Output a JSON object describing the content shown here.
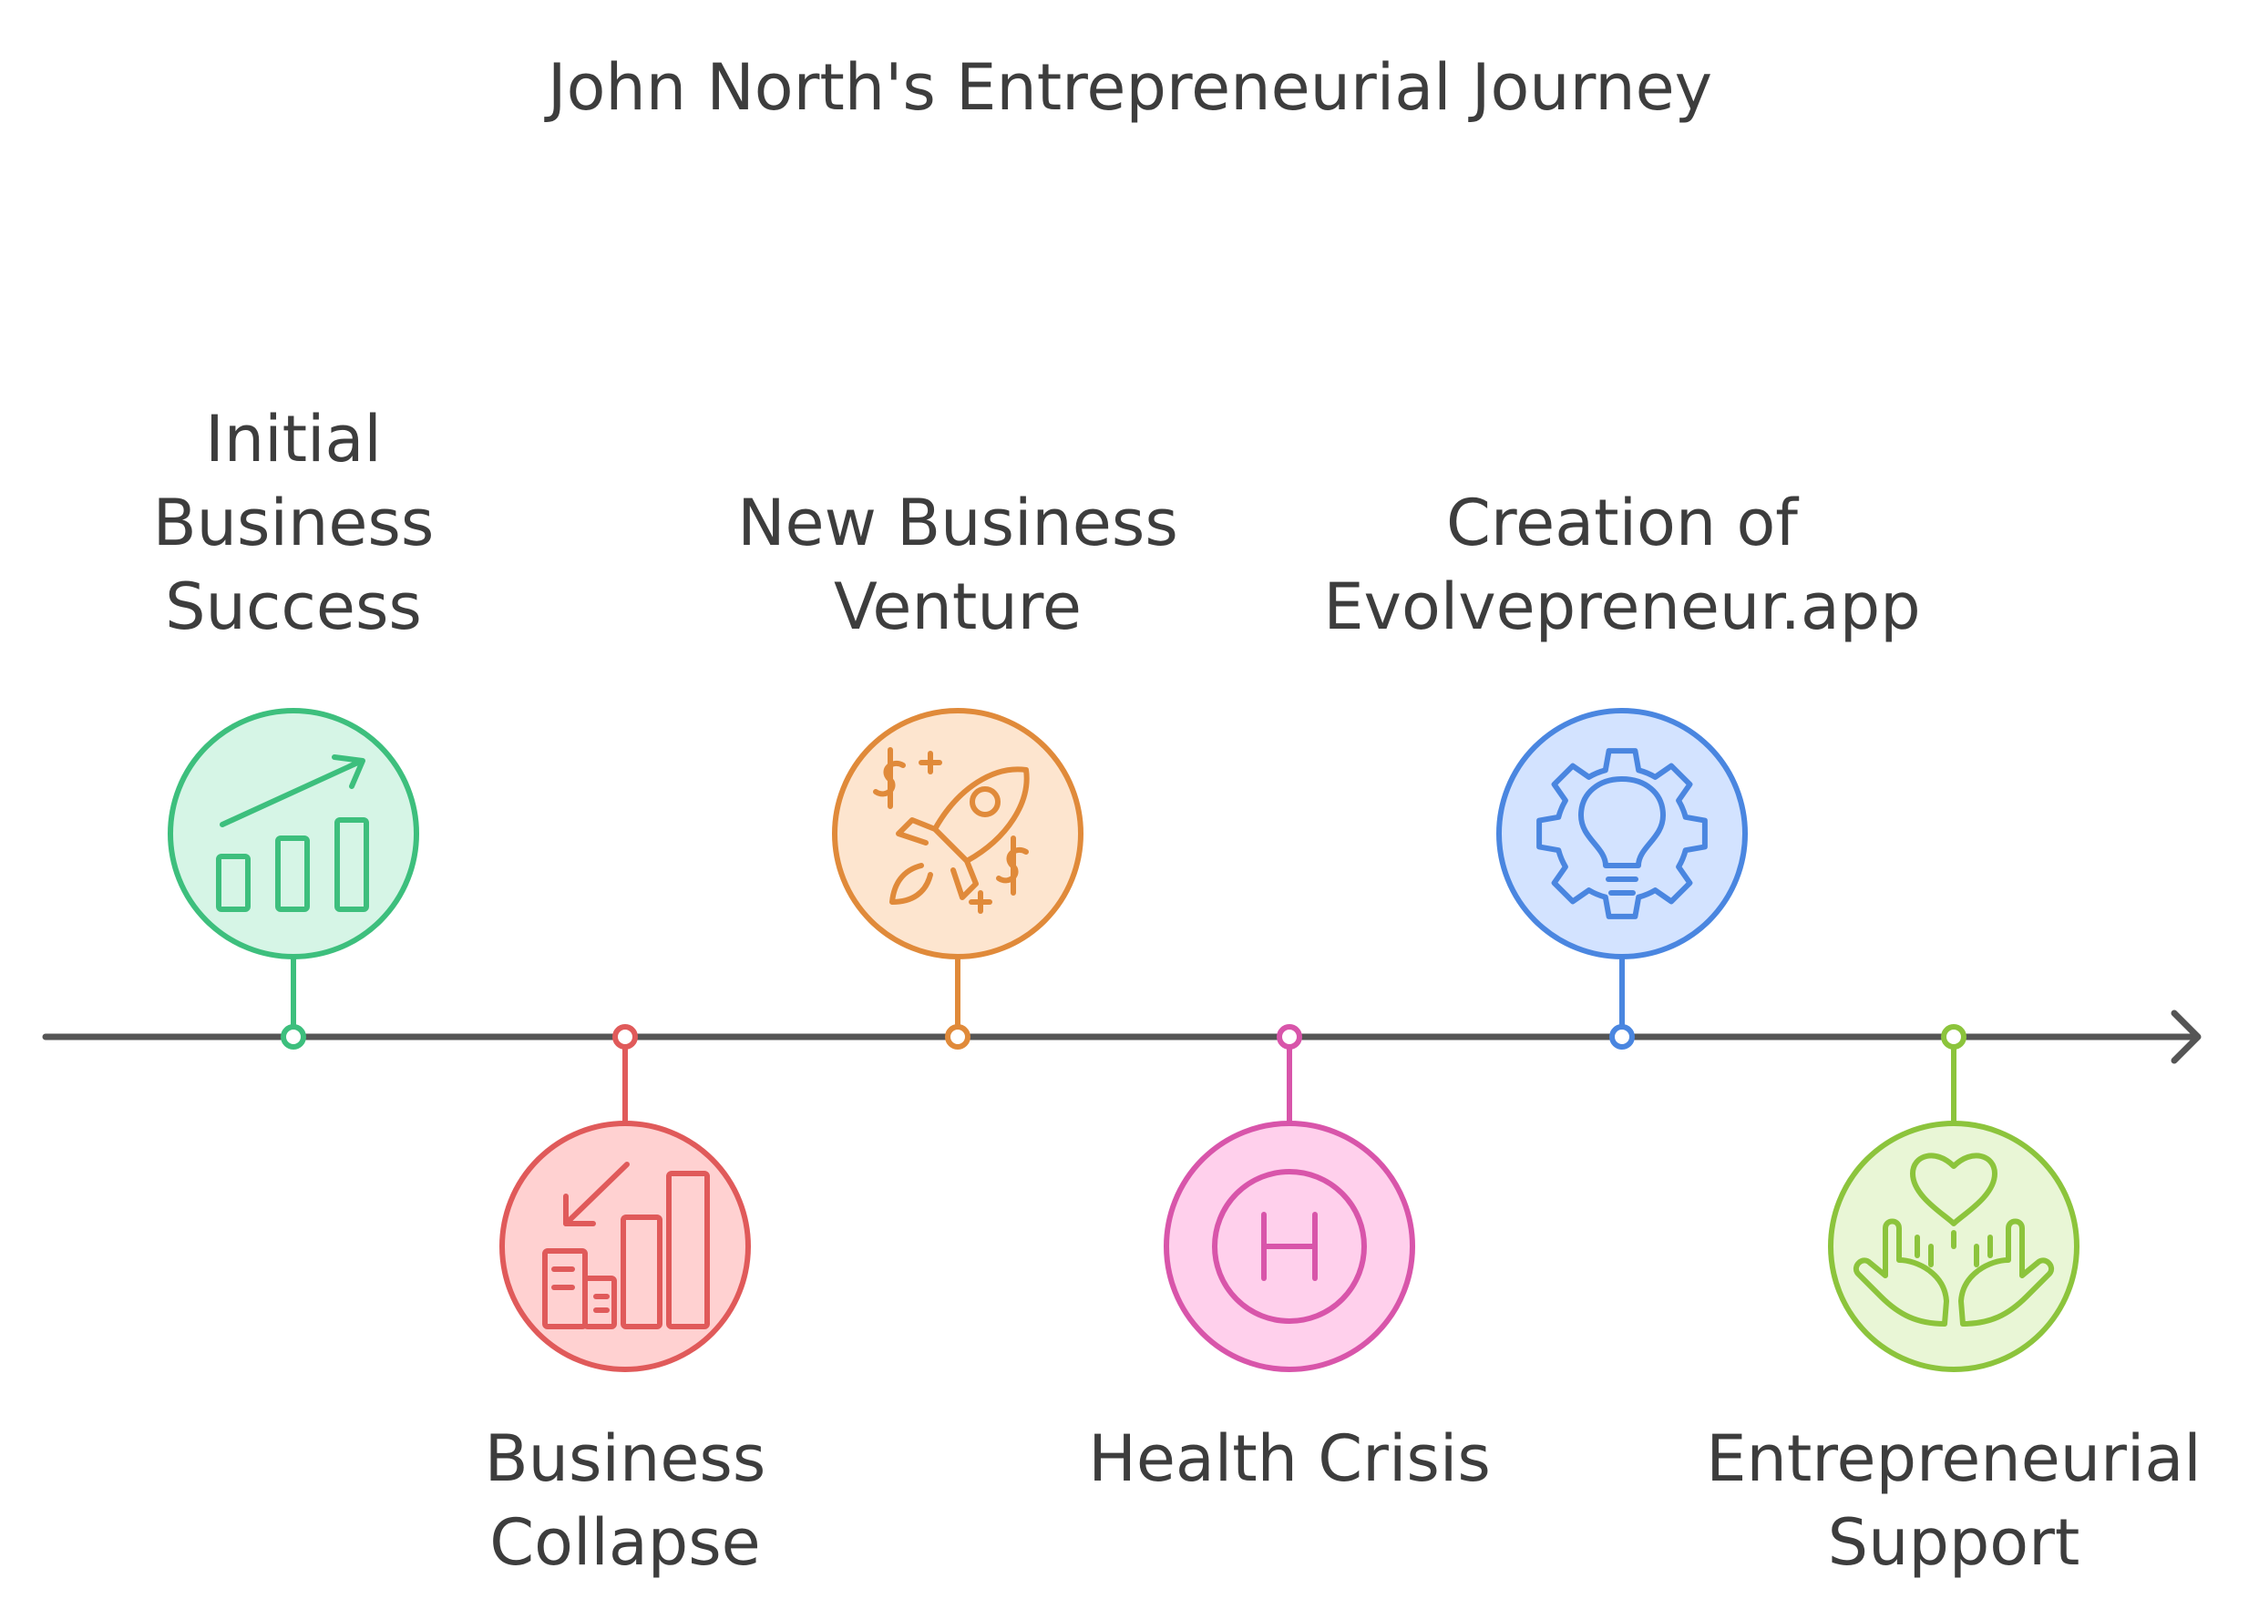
{
  "title": "John North's Entrepreneurial Journey",
  "events": [
    {
      "id": "initial-success",
      "label_lines": [
        "Initial",
        "Business",
        "Success"
      ],
      "position": "above",
      "icon": "growth-chart-icon",
      "stroke": "#3dbf7d",
      "fill": "#d6f5e6"
    },
    {
      "id": "business-collapse",
      "label_lines": [
        "Business",
        "Collapse"
      ],
      "position": "below",
      "icon": "decline-chart-icon",
      "stroke": "#e05a5a",
      "fill": "#ffd1d1"
    },
    {
      "id": "new-venture",
      "label_lines": [
        "New Business",
        "Venture"
      ],
      "position": "above",
      "icon": "rocket-icon",
      "stroke": "#e08a3a",
      "fill": "#fde5cf"
    },
    {
      "id": "health-crisis",
      "label_lines": [
        "Health Crisis"
      ],
      "position": "below",
      "icon": "hospital-icon",
      "stroke": "#d855aa",
      "fill": "#ffd0ec"
    },
    {
      "id": "evolvepreneur",
      "label_lines": [
        "Creation of",
        "Evolvepreneur.app"
      ],
      "position": "above",
      "icon": "gear-lightbulb-icon",
      "stroke": "#4a86e0",
      "fill": "#d3e3ff"
    },
    {
      "id": "support",
      "label_lines": [
        "Entrepreneurial",
        "Support"
      ],
      "position": "below",
      "icon": "hands-heart-icon",
      "stroke": "#8cc43c",
      "fill": "#e9f6d6"
    }
  ]
}
